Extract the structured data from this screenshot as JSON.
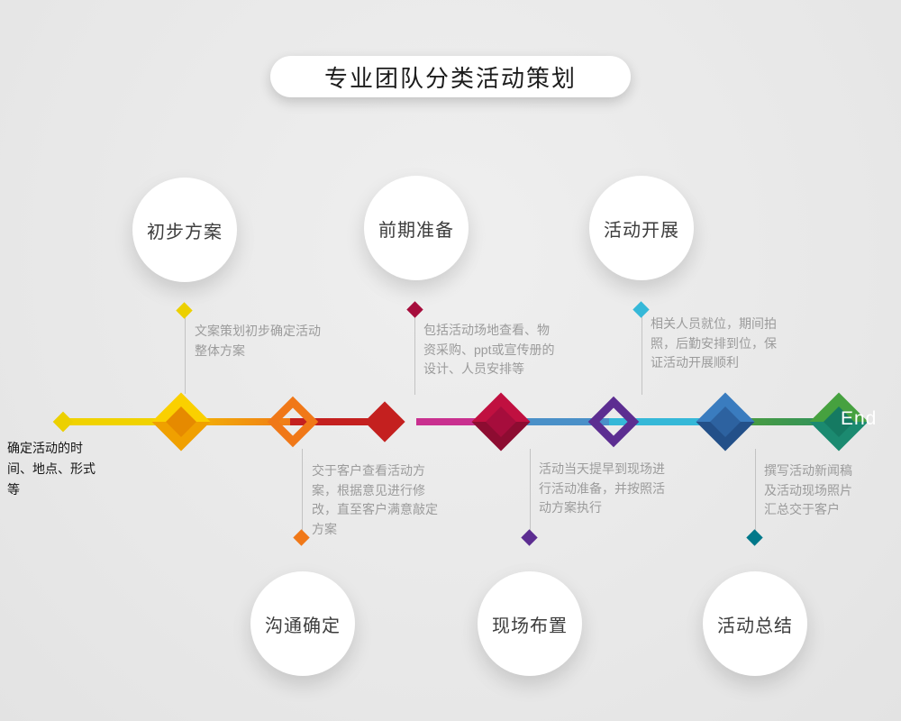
{
  "title": {
    "text": "专业团队分类活动策划"
  },
  "timeline": {
    "start_note": "确定活动的时间、地点、形式等",
    "end_label": "End",
    "colors": {
      "yellow": "#ecd000",
      "amber": "#f2b705",
      "orange": "#f07818",
      "red": "#c4201f",
      "magenta": "#c9308f",
      "crimson": "#a60d3c",
      "blue_line": "#4a90c8",
      "purple": "#5c2d91",
      "cyan": "#35b8d8",
      "steel_blue": "#3273b4",
      "green": "#4f9e3a",
      "teal": "#00788a"
    }
  },
  "stages": {
    "top": [
      {
        "label": "初步方案",
        "desc": "文案策划初步确定活动整体方案"
      },
      {
        "label": "前期准备",
        "desc": "包括活动场地查看、物资采购、ppt或宣传册的设计、人员安排等"
      },
      {
        "label": "活动开展",
        "desc": "相关人员就位，期间拍照，后勤安排到位，保证活动开展顺利"
      }
    ],
    "bottom": [
      {
        "label": "沟通确定",
        "desc": "交于客户查看活动方案，根据意见进行修改，直至客户满意敲定方案"
      },
      {
        "label": "现场布置",
        "desc": "活动当天提早到现场进行活动准备，并按照活动方案执行"
      },
      {
        "label": "活动总结",
        "desc": "撰写活动新闻稿及活动现场照片汇总交于客户"
      }
    ]
  }
}
